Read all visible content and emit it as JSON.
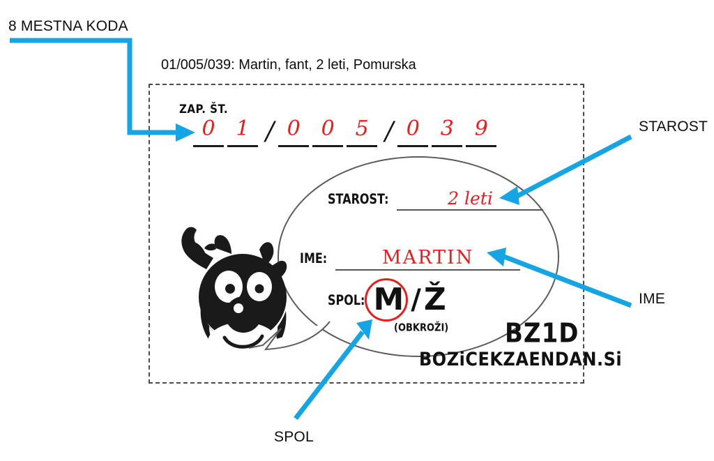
{
  "annotations": {
    "code": "8 MESTNA KODA",
    "age": "STAROST",
    "name": "IME",
    "gender": "SPOL"
  },
  "caption": "01/005/039: Martin, fant, 2 leti, Pomurska",
  "coupon": {
    "serial_label": "ZAP. ŠT.",
    "serial_digits": [
      "0",
      "1",
      "0",
      "0",
      "5",
      "0",
      "3",
      "9"
    ],
    "separator": "/",
    "fields": {
      "age": {
        "label": "STAROST:",
        "value": "2 leti"
      },
      "name": {
        "label": "IME:",
        "value": "MARTIN"
      },
      "gender": {
        "label": "SPOL:",
        "male": "M",
        "separator": "/",
        "female": "Ž",
        "hint": "(OBKROŽI)",
        "selected": "M"
      }
    },
    "brand": {
      "logo": "BZ1D",
      "url": "BOZiCEKZAENDAN.Si"
    }
  },
  "colors": {
    "arrow": "#16a5e4",
    "handwriting": "#ee1b1b",
    "ink": "#111111",
    "dashed_border": "#4a4a4a",
    "bubble_outline": "#5a5a5a"
  },
  "icons": {
    "mascot": "reindeer-head-icon",
    "arrow": "arrow-pointer-icon"
  }
}
